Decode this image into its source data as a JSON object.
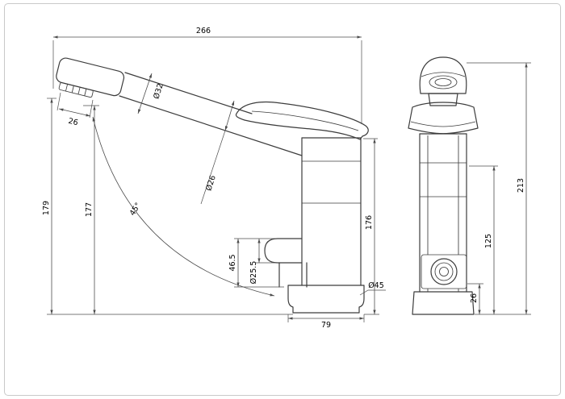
{
  "figure": {
    "title": "faucet-two-view-dimensional-drawing",
    "dims": {
      "overall_width": "266",
      "spout_head_dia": "Ø32",
      "nozzle_width": "26",
      "height_to_spout": "179",
      "height_to_nozzle": "177",
      "swivel_angle": "45°",
      "spout_tube_dia": "Ø26",
      "body_height": "176",
      "outlet_height": "46.5",
      "outlet_dia": "Ø25.5",
      "base_dia": "Ø45",
      "base_width": "79",
      "front_total_height": "213",
      "front_body_height": "125",
      "front_outlet_center": "26"
    },
    "colors": {
      "line": "#3c3c3c",
      "dimension": "#4d4d4d",
      "text": "#000000",
      "background": "#ffffff",
      "border": "#c9c9c9"
    }
  }
}
